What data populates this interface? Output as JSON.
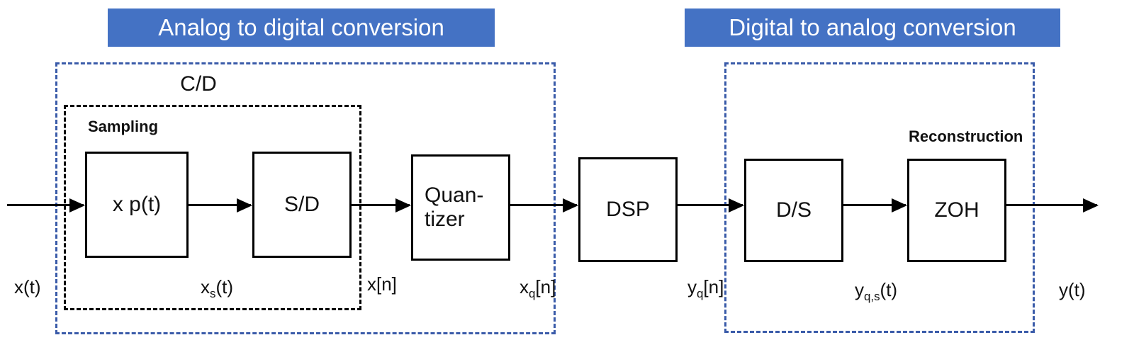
{
  "banners": {
    "adc": "Analog to digital conversion",
    "dac": "Digital to analog conversion"
  },
  "labels": {
    "cd": "C/D",
    "sampling": "Sampling",
    "reconstruction": "Reconstruction"
  },
  "blocks": {
    "multiplier": "x p(t)",
    "sd": "S/D",
    "quantizer": [
      "Quan-",
      "tizer"
    ],
    "dsp": "DSP",
    "ds": "D/S",
    "zoh": "ZOH"
  },
  "signals": {
    "xt": {
      "base": "x",
      "sub": "",
      "rest": "(t)"
    },
    "xst": {
      "base": "x",
      "sub": "s",
      "rest": "(t)"
    },
    "xn": {
      "base": "x",
      "sub": "",
      "rest": "[n]"
    },
    "xqn": {
      "base": "x",
      "sub": "q",
      "rest": "[n]"
    },
    "yqn": {
      "base": "y",
      "sub": "q",
      "rest": "[n]"
    },
    "yqst": {
      "base": "y",
      "sub": "q,s",
      "rest": "(t)"
    },
    "yt": {
      "base": "y",
      "sub": "",
      "rest": "(t)"
    }
  },
  "colors": {
    "banner": "#4472C4",
    "blue_dash": "#3A5BA9"
  }
}
